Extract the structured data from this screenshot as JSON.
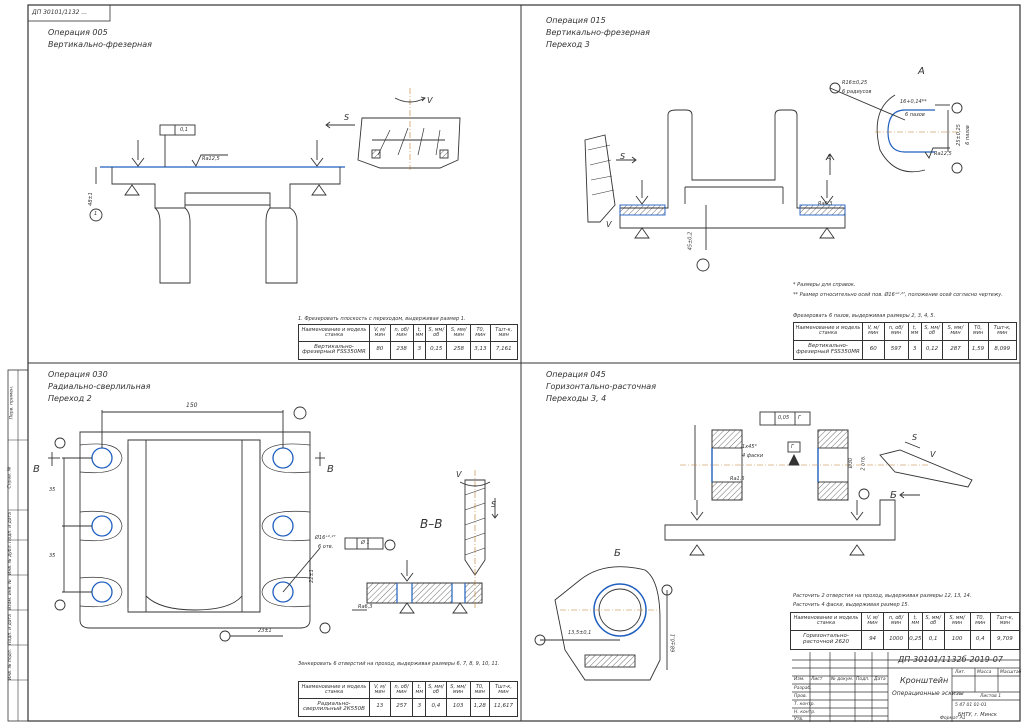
{
  "sheet": {
    "top_stamp": "ДП 30101/1132 ...",
    "side_labels": [
      "Перв. примен.",
      "Справ. №",
      "Подп. и дата",
      "Инв. № дубл.",
      "Взам. инв. №",
      "Подп. и дата",
      "Инв. № подл."
    ]
  },
  "op005": {
    "title": "Операция 005",
    "subtitle": "Вертикально-фрезерная",
    "flatness": "0,1",
    "roughness": "Ra12,5",
    "dim": "48±1",
    "dim_num": "1",
    "feed": "S",
    "rot": "V",
    "note": "1. Фрезеровать плоскость с переходом, выдерживая размер 1.",
    "table": {
      "headers": [
        "Наименование и модель станка",
        "V, м/мин",
        "n, об/мин",
        "t, мм",
        "S, мм/об",
        "S, мм/мин",
        "Т0, мин",
        "Тшт-к, мин"
      ],
      "row": [
        "Вертикально-фрезерный FSS350MR",
        "80",
        "238",
        "3",
        "0,15",
        "258",
        "3,13",
        "7,161"
      ]
    }
  },
  "op015": {
    "title": "Операция 015",
    "subtitle": "Вертикально-фрезерная",
    "step": "Переход 3",
    "view": "А",
    "feed": "S",
    "rot": "V",
    "roughness": "Ra6,3",
    "dim_vert": "45±0,2",
    "callout5": "R16±0,25",
    "callout5b": "6 радиусов",
    "dim16": "16+0,14**",
    "dim16b": "6 пазов",
    "dim25": "25±0,25",
    "dim25b": "6 пазов",
    "ra125": "Ra12,5",
    "notes": [
      "* Размеры для справок.",
      "** Размер относительно осей пов. Ø16⁺⁰·²⁷, положение осей согласно чертежу."
    ],
    "mill_note": "Фрезеровать 6 пазов, выдерживая размеры 2, 3, 4, 5.",
    "table": {
      "headers": [
        "Наименование и модель станка",
        "V, м/мин",
        "n, об/мин",
        "t, мм",
        "S, мм/об",
        "S, мм/мин",
        "Т0, мин",
        "Тшт-к, мин"
      ],
      "row": [
        "Вертикально-фрезерный FSS350MR",
        "60",
        "597",
        "3",
        "0,12",
        "287",
        "1,59",
        "8,099"
      ]
    }
  },
  "op030": {
    "title": "Операция 030",
    "subtitle": "Радиально-сверлильная",
    "step": "Переход 2",
    "dim_top": "150",
    "section": "В–В",
    "section_mark": "В",
    "feed": "S",
    "rot": "V",
    "hole": "Ø16⁺⁰·²⁷",
    "hole_b": "6 отв.",
    "pos_tol": "Ø 1",
    "ra": "Ra6,3",
    "dim_22": "22±1",
    "dim_23": "23±1",
    "dims_left": [
      "35",
      "35"
    ],
    "note": "Зенкеровать 6 отверстий на проход, выдерживая размеры 6, 7, 8, 9, 10, 11.",
    "table": {
      "headers": [
        "Наименование и модель станка",
        "V, м/мин",
        "n, об/мин",
        "t, мм",
        "S, мм/об",
        "S, мм/мин",
        "Т0, мин",
        "Тшт-к, мин"
      ],
      "row": [
        "Радиально-сверлильный 2К550В",
        "13",
        "257",
        "3",
        "0,4",
        "103",
        "1,28",
        "11,617"
      ]
    }
  },
  "op045": {
    "title": "Операция 045",
    "subtitle": "Горизонтально-расточная",
    "step": "Переходы 3, 4",
    "flat": "0,05",
    "datum": "Г",
    "chamfer": "1х45°",
    "chamfer_b": "4 фаски",
    "dim_d": "Ø30",
    "dim_d2": "2 отв.",
    "ra": "Ra1,6",
    "view": "Б",
    "feed": "S",
    "rot": "V",
    "dim_bottom": "13,5±0,1",
    "dim_right": "68±0,1",
    "note1": "Расточить 2 отверстия на проход, выдерживая размеры 12, 13, 14.",
    "note2": "Расточить 4 фаски, выдерживая размер 15.",
    "table": {
      "headers": [
        "Наименование и модель станка",
        "V, м/мин",
        "n, об/мин",
        "t, мм",
        "S, мм/об",
        "S, мм/мин",
        "Т0, мин",
        "Тшт-к, мин"
      ],
      "row": [
        "Горизонтально-расточной 2620",
        "94",
        "1000",
        "0,25",
        "0,1",
        "100",
        "0,4",
        "9,709"
      ]
    }
  },
  "title_block": {
    "code": "ДП-30101/1132б-2019-07",
    "name1": "Кронштейн",
    "name2": "Операционные эскизы",
    "org1": "БНТУ, г. Минск",
    "org2": "5 47 01 01-01",
    "sheet_hdr": [
      "Лит.",
      "Масса",
      "Масштаб"
    ],
    "roles": [
      "Изм.",
      "Лист",
      "№ докум.",
      "Подп.",
      "Дата",
      "Разраб.",
      "Пров.",
      "Т. контр.",
      "Н. контр.",
      "Утв."
    ],
    "sheets": "Листов 1",
    "format": "Формат А1"
  }
}
